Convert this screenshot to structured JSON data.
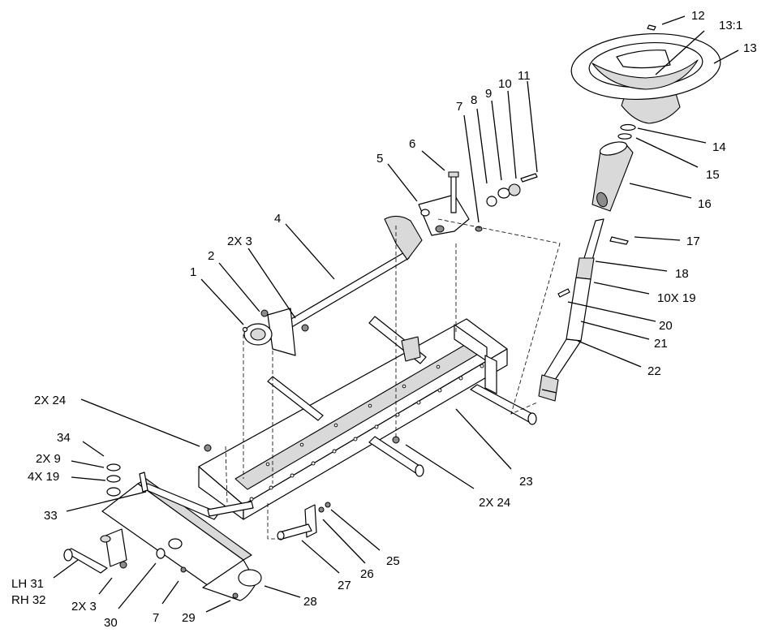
{
  "callouts": {
    "c1": "1",
    "c2": "2",
    "c2x3_top": "2X 3",
    "c4": "4",
    "c5": "5",
    "c6": "6",
    "c7_top": "7",
    "c8": "8",
    "c9": "9",
    "c10": "10",
    "c11": "11",
    "c12": "12",
    "c13_1": "13:1",
    "c13": "13",
    "c14": "14",
    "c15": "15",
    "c16": "16",
    "c17": "17",
    "c18": "18",
    "c10x19": "10X 19",
    "c20": "20",
    "c21": "21",
    "c22": "22",
    "c23": "23",
    "c2x24_left": "2X 24",
    "c2x24_right": "2X 24",
    "c34": "34",
    "c2x9": "2X 9",
    "c4x19": "4X 19",
    "c33": "33",
    "c25": "25",
    "c26": "26",
    "c27": "27",
    "c28": "28",
    "c29": "29",
    "c7_bottom": "7",
    "c30": "30",
    "c2x3_bottom": "2X 3",
    "c_lh31": "LH 31",
    "c_rh32": "RH 32"
  }
}
